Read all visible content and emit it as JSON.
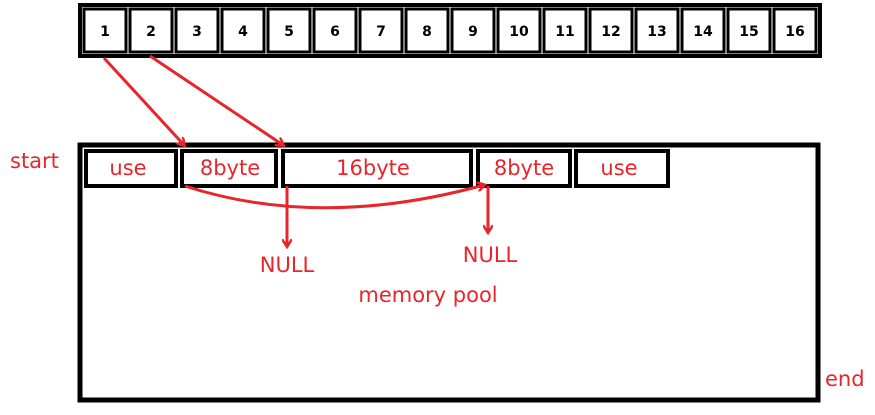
{
  "colors": {
    "stroke": "#000000",
    "accent": "#e8252b",
    "background": "#ffffff"
  },
  "index_table": {
    "cells": [
      "1",
      "2",
      "3",
      "4",
      "5",
      "6",
      "7",
      "8",
      "9",
      "10",
      "11",
      "12",
      "13",
      "14",
      "15",
      "16"
    ]
  },
  "labels": {
    "start": "start",
    "end": "end",
    "memory_pool": "memory pool",
    "null_left": "NULL",
    "null_right": "NULL"
  },
  "memory_blocks": [
    "use",
    "8byte",
    "16byte",
    "8byte",
    "use"
  ]
}
